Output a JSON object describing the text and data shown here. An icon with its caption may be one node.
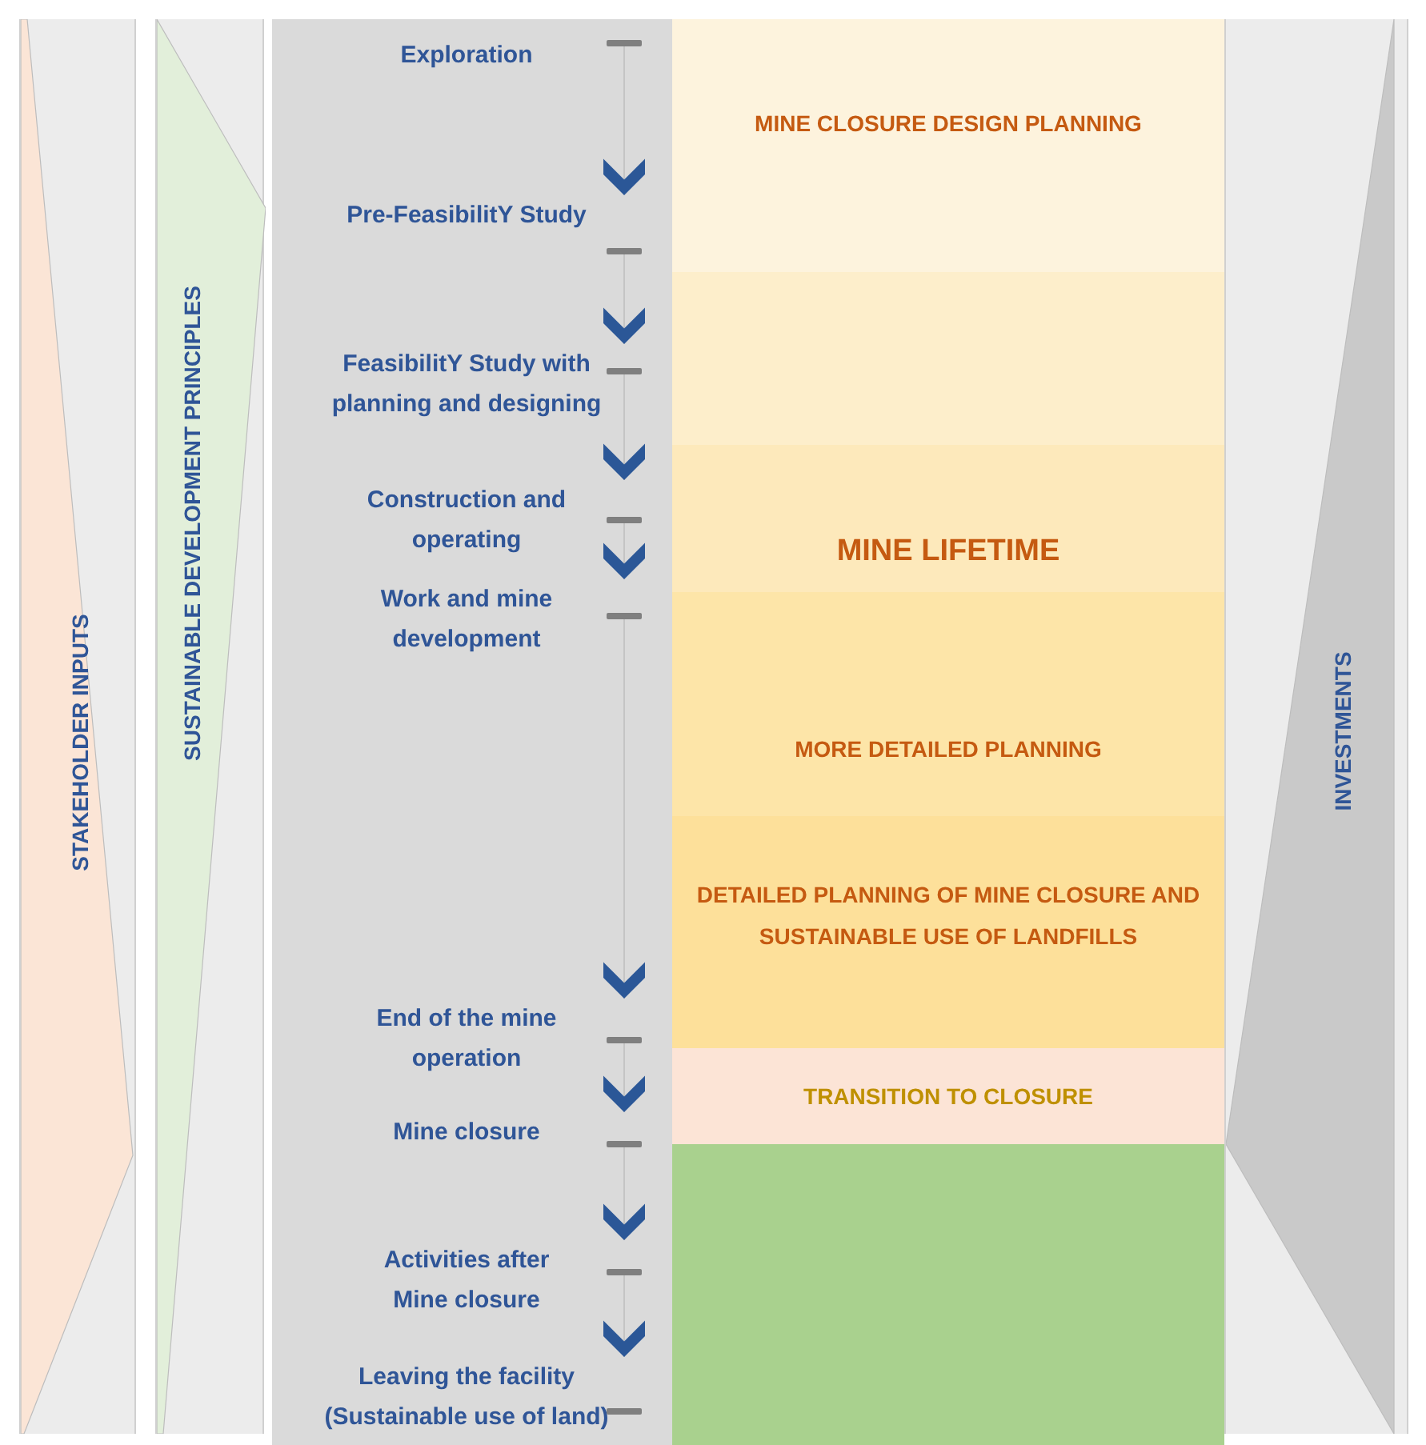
{
  "diagram": {
    "nodes": [
      {
        "text": [
          "STAKEHOLDER INPUTS"
        ]
      },
      {
        "text": [
          "SUSTAINABLE DEVELOPMENT PRINCIPLES"
        ]
      },
      {
        "text": [
          "Exploration"
        ]
      },
      {
        "text": [
          "Pre-FeasibilitY Study"
        ]
      },
      {
        "text": [
          "FeasibilitY Study with planning and designing"
        ]
      },
      {
        "text": [
          "Construction and operating"
        ]
      },
      {
        "text": [
          "Work and mine development"
        ]
      },
      {
        "text": [
          "End of the mine operation"
        ]
      },
      {
        "text": [
          "Mine closure"
        ]
      },
      {
        "text": [
          "Activities after Mine closure"
        ]
      },
      {
        "text": [
          "Leaving the facility (Sustainable use of land)"
        ]
      },
      {
        "text": [
          "MINE CLOSURE DESIGN PLANNING"
        ]
      },
      {
        "text": [],
        "shape": "box"
      },
      {
        "text": [
          "MINE LIFETIME"
        ]
      },
      {
        "text": [
          "MORE DETAILED PLANNING"
        ]
      },
      {
        "text": [
          "DETAILED PLANNING OF MINE CLOSURE AND SUSTAINABLE USE OF LANDFILLS"
        ]
      },
      {
        "text": [
          "TRANSITION TO CLOSURE"
        ]
      },
      {
        "text": [],
        "shape": "box"
      },
      {
        "text": [
          "INVESTMENTS"
        ]
      }
    ],
    "edges": [
      {
        "from": 2,
        "to": 3,
        "arrow": "to"
      },
      {
        "from": 3,
        "to": 4,
        "arrow": "to"
      },
      {
        "from": 4,
        "to": 5,
        "arrow": "to"
      },
      {
        "from": 5,
        "to": 6,
        "arrow": "to"
      },
      {
        "from": 6,
        "to": 7,
        "arrow": "to"
      },
      {
        "from": 7,
        "to": 8,
        "arrow": "to"
      },
      {
        "from": 8,
        "to": 9,
        "arrow": "to"
      },
      {
        "from": 9,
        "to": 10,
        "arrow": "to"
      }
    ]
  }
}
